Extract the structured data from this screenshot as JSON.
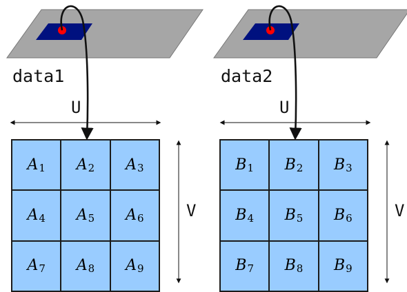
{
  "panels": [
    {
      "data_label": "data1",
      "u_label": "U",
      "v_label": "V",
      "cells": [
        {
          "letter": "A",
          "index": "1"
        },
        {
          "letter": "A",
          "index": "2"
        },
        {
          "letter": "A",
          "index": "3"
        },
        {
          "letter": "A",
          "index": "4"
        },
        {
          "letter": "A",
          "index": "5"
        },
        {
          "letter": "A",
          "index": "6"
        },
        {
          "letter": "A",
          "index": "7"
        },
        {
          "letter": "A",
          "index": "8"
        },
        {
          "letter": "A",
          "index": "9"
        }
      ]
    },
    {
      "data_label": "data2",
      "u_label": "U",
      "v_label": "V",
      "cells": [
        {
          "letter": "B",
          "index": "1"
        },
        {
          "letter": "B",
          "index": "2"
        },
        {
          "letter": "B",
          "index": "3"
        },
        {
          "letter": "B",
          "index": "4"
        },
        {
          "letter": "B",
          "index": "5"
        },
        {
          "letter": "B",
          "index": "6"
        },
        {
          "letter": "B",
          "index": "7"
        },
        {
          "letter": "B",
          "index": "8"
        },
        {
          "letter": "B",
          "index": "9"
        }
      ]
    }
  ],
  "colors": {
    "plane": "#a6a6a6",
    "patch": "#00117f",
    "point": "#ff0000",
    "cell": "#99ccff",
    "line": "#1a1a1a"
  }
}
